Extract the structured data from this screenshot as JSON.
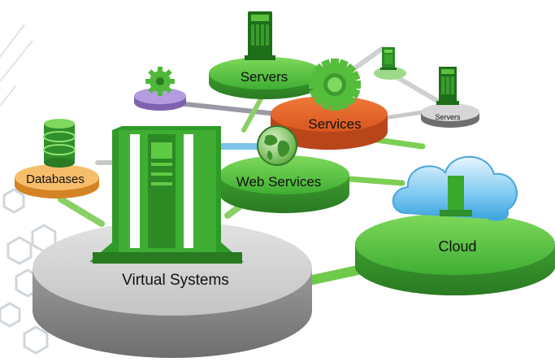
{
  "nodes": {
    "servers_main": "Servers",
    "services": "Services",
    "servers_small": "Servers",
    "databases": "Databases",
    "web_services": "Web Services",
    "cloud": "Cloud",
    "virtual_systems": "Virtual Systems"
  },
  "colors": {
    "green": "#5cc443",
    "green_dark": "#2f8f2a",
    "orange": "#e4652c",
    "purple": "#a88bd0",
    "gray": "#a8a8a8",
    "cloud_blue": "#5ab6e8",
    "db_orange": "#f2a645"
  },
  "icons": [
    "server-icon",
    "gear-icon",
    "globe-icon",
    "database-icon",
    "cloud-icon",
    "hexagon-decoration"
  ]
}
